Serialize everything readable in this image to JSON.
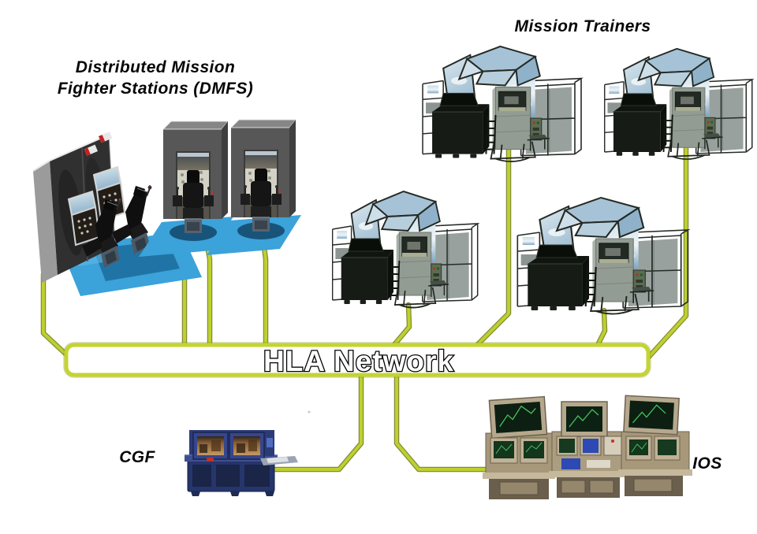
{
  "labels": {
    "dmfs_line1": "Distributed Mission",
    "dmfs_line2": "Fighter Stations (DMFS)",
    "mission_trainers": "Mission Trainers",
    "hla_network": "HLA Network",
    "cgf": "CGF",
    "ios": "IOS"
  },
  "colors": {
    "network_line": "#bdd02e",
    "network_line_edge": "#6d7913",
    "network_box_border": "#c3d432",
    "floor_mat_blue": "#3ba2da",
    "station_panel_gray": "#575757",
    "trainer_sky_blue": "#9fbdd2",
    "trainer_frame_dark": "#262b26",
    "cgf_console_blue": "#26356b",
    "ios_console_tan": "#a69879",
    "label_text": "#060606"
  }
}
